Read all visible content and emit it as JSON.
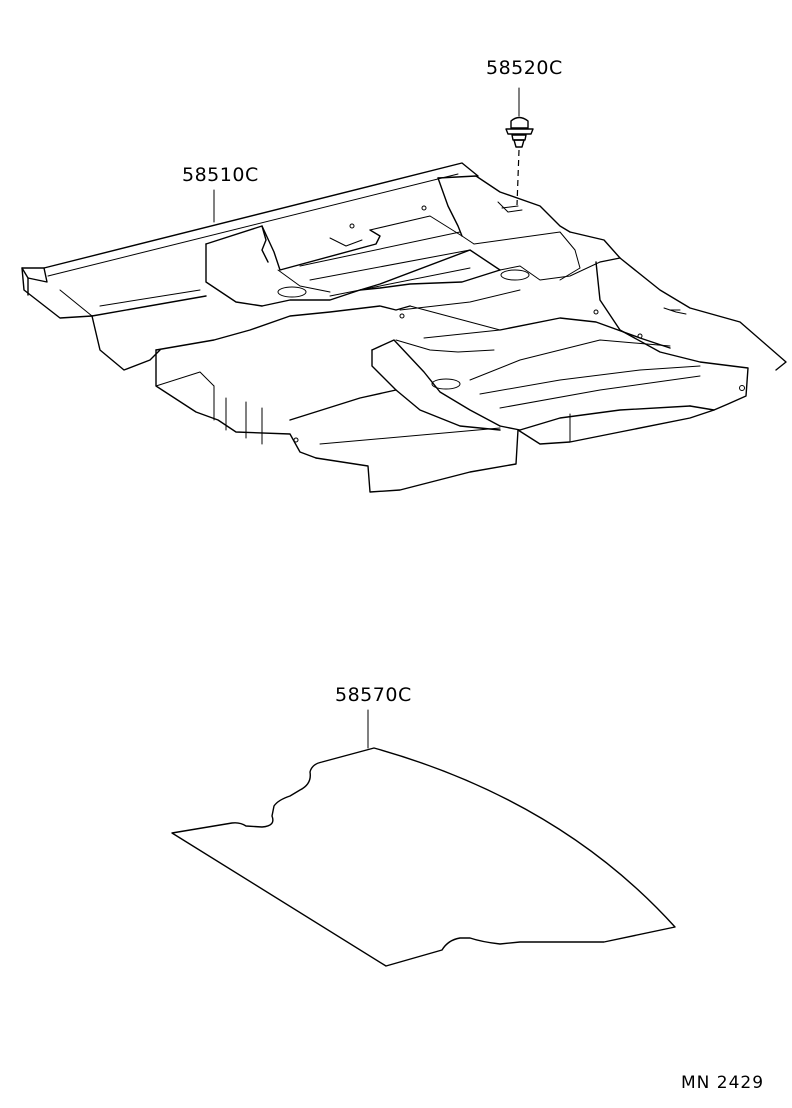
{
  "parts": {
    "clip_label": "58520C",
    "carpet_label": "58510C",
    "silencer_label": "58570C"
  },
  "reference_code": "MN 2429",
  "colors": {
    "line": "#000000",
    "background": "#ffffff"
  }
}
